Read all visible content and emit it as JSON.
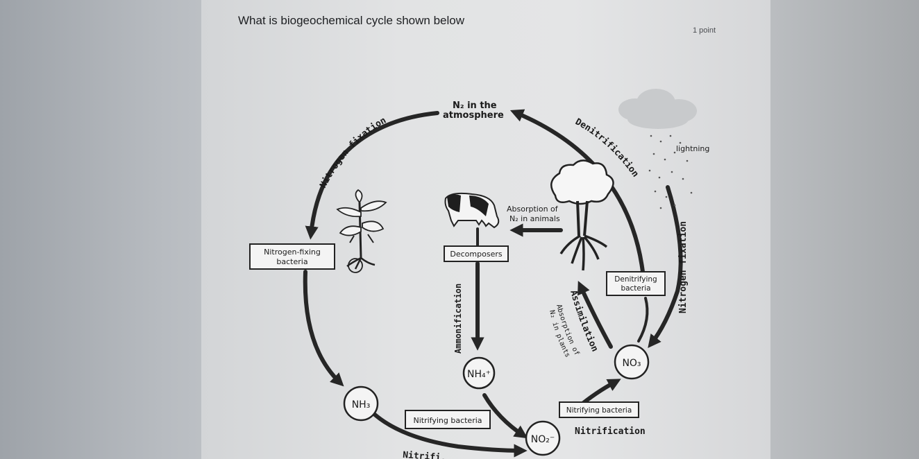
{
  "question": {
    "text": "What is biogeochemical cycle shown below",
    "points": "1 point"
  },
  "diagram": {
    "atmosphere_line1": "N₂ in the",
    "atmosphere_line2": "atmosphere",
    "nitrogen_fixation_left": "Nitrogen fixation",
    "nitrogen_fixation_right": "Nitrogen fixation",
    "denitrification": "Denitrification",
    "lightning": "lightning",
    "nitrogen_fixing_bacteria_line1": "Nitrogen-fixing",
    "nitrogen_fixing_bacteria_line2": "bacteria",
    "absorption_animals_line1": "Absorption of",
    "absorption_animals_line2": "N₂ in animals",
    "decomposers": "Decomposers",
    "ammonification": "Ammonification",
    "denitrifying_bacteria_line1": "Denitrifying",
    "denitrifying_bacteria_line2": "bacteria",
    "assimilation": "Assimilation",
    "absorption_plants_line1": "Absorption of",
    "absorption_plants_line2": "N₂ in plants",
    "nh4": "NH₄⁺",
    "nh3": "NH₃",
    "no3": "NO₃",
    "no2": "NO₂⁻",
    "nitrifying_bacteria_left": "Nitrifying bacteria",
    "nitrifying_bacteria_right": "Nitrifying bacteria",
    "nitrification_right": "Nitrification",
    "nitrification_bottom": "Nitrifi..."
  }
}
